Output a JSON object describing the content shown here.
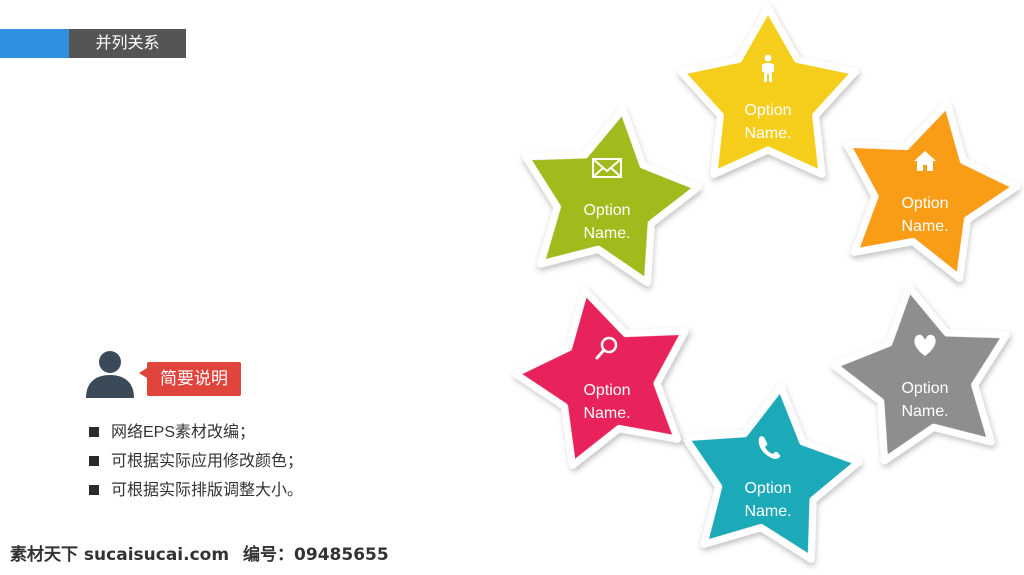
{
  "header": {
    "title": "并列关系",
    "accent_color": "#2f8fe0",
    "box_color": "#555555"
  },
  "summary": {
    "icon": "person-silhouette-icon",
    "tag_label": "简要说明",
    "tag_color": "#e0443c",
    "bullets": [
      "网络EPS素材改编；",
      "可根据实际应用修改颜色；",
      "可根据实际排版调整大小。"
    ]
  },
  "stars": [
    {
      "line1": "Option",
      "line2": "Name.",
      "color": "#f5ce1b",
      "icon": "person-icon"
    },
    {
      "line1": "Option",
      "line2": "Name.",
      "color": "#f99c15",
      "icon": "home-icon"
    },
    {
      "line1": "Option",
      "line2": "Name.",
      "color": "#8e8e8e",
      "icon": "heart-icon"
    },
    {
      "line1": "Option",
      "line2": "Name.",
      "color": "#1aa9b8",
      "icon": "phone-icon"
    },
    {
      "line1": "Option",
      "line2": "Name.",
      "color": "#e8225a",
      "icon": "search-icon"
    },
    {
      "line1": "Option",
      "line2": "Name.",
      "color": "#a2ba1e",
      "icon": "mail-icon"
    }
  ],
  "watermark": {
    "site": "素材天下 sucaisucai.com",
    "id_text": "编号：09485655"
  }
}
